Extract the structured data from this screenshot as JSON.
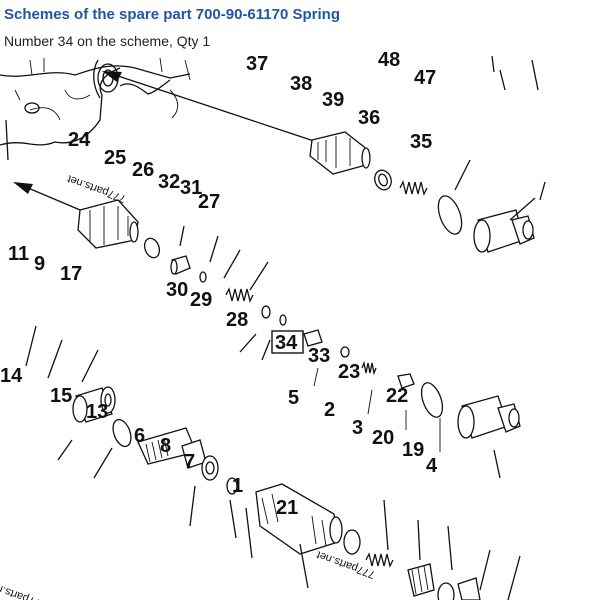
{
  "header": {
    "title": "Schemes of the spare part 700-90-61170 Spring",
    "part_info": "Number 34 on the scheme, Qty 1"
  },
  "diagram": {
    "highlighted_callout": "34",
    "watermark": "777parts.net",
    "callouts": {
      "c37": "37",
      "c48": "48",
      "c47": "47",
      "c38": "38",
      "c39": "39",
      "c36": "36",
      "c35": "35",
      "c24": "24",
      "c25": "25",
      "c26": "26",
      "c32": "32",
      "c31": "31",
      "c27": "27",
      "c11": "11",
      "c9": "9",
      "c17": "17",
      "c30": "30",
      "c29": "29",
      "c28": "28",
      "c34": "34",
      "c33": "33",
      "c23": "23",
      "c14": "14",
      "c15": "15",
      "c13": "13",
      "c5": "5",
      "c2": "2",
      "c22": "22",
      "c3": "3",
      "c20": "20",
      "c19": "19",
      "c4": "4",
      "c6": "6",
      "c8": "8",
      "c7": "7",
      "c1": "1",
      "c21": "21"
    }
  },
  "colors": {
    "title": "#2255a4",
    "text": "#222222",
    "lines": "#111111"
  }
}
